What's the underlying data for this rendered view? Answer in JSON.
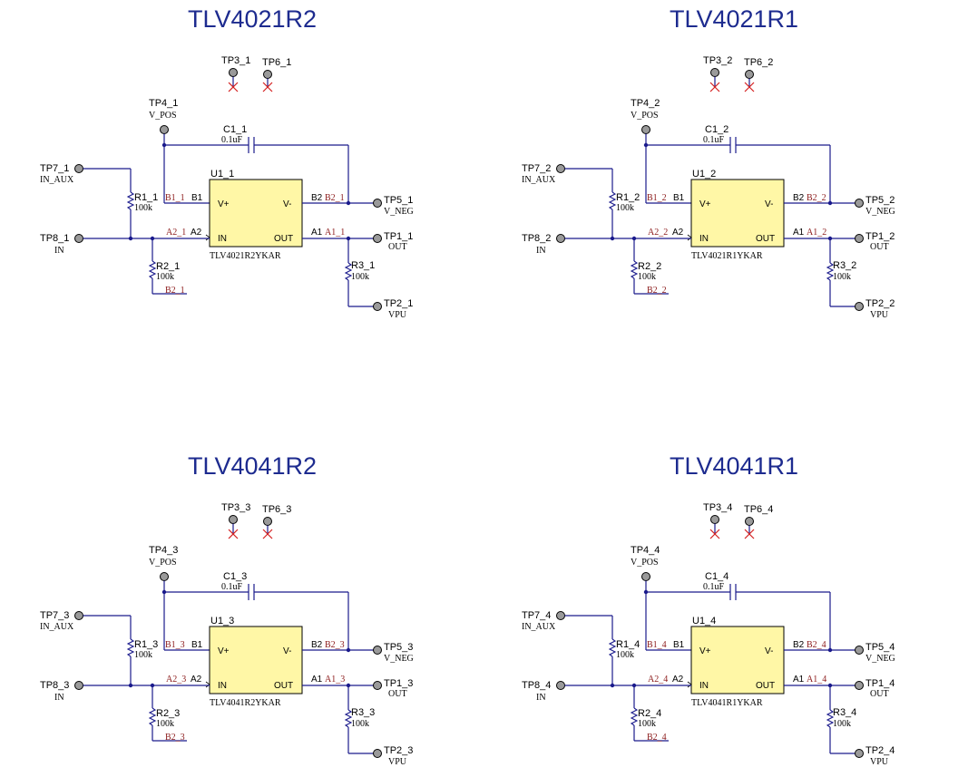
{
  "blocks": [
    {
      "title": "TLV4021R2",
      "tp3": "TP3_1",
      "tp6": "TP6_1",
      "tp4": "TP4_1",
      "tp4_net": "V_POS",
      "cap": "C1_1",
      "cap_val": "0.1uF",
      "tp7": "TP7_1",
      "tp7_net": "IN_AUX",
      "r1": "R1_1",
      "r1_val": "100k",
      "u": "U1_1",
      "part": "TLV4021R2YKAR",
      "b1_net": "B1_1",
      "b2_net": "B2_1",
      "a2_net": "A2_1",
      "a1_net": "A1_1",
      "b2_gnd": "B2_1",
      "tp8": "TP8_1",
      "tp8_net": "IN",
      "r2": "R2_1",
      "r2_val": "100k",
      "tp5": "TP5_1",
      "tp5_net": "V_NEG",
      "tp1": "TP1_1",
      "tp1_net": "OUT",
      "r3": "R3_1",
      "r3_val": "100k",
      "tp2": "TP2_1",
      "tp2_net": "VPU"
    },
    {
      "title": "TLV4021R1",
      "tp3": "TP3_2",
      "tp6": "TP6_2",
      "tp4": "TP4_2",
      "tp4_net": "V_POS",
      "cap": "C1_2",
      "cap_val": "0.1uF",
      "tp7": "TP7_2",
      "tp7_net": "IN_AUX",
      "r1": "R1_2",
      "r1_val": "100k",
      "u": "U1_2",
      "part": "TLV4021R1YKAR",
      "b1_net": "B1_2",
      "b2_net": "B2_2",
      "a2_net": "A2_2",
      "a1_net": "A1_2",
      "b2_gnd": "B2_2",
      "tp8": "TP8_2",
      "tp8_net": "IN",
      "r2": "R2_2",
      "r2_val": "100k",
      "tp5": "TP5_2",
      "tp5_net": "V_NEG",
      "tp1": "TP1_2",
      "tp1_net": "OUT",
      "r3": "R3_2",
      "r3_val": "100k",
      "tp2": "TP2_2",
      "tp2_net": "VPU"
    },
    {
      "title": "TLV4041R2",
      "tp3": "TP3_3",
      "tp6": "TP6_3",
      "tp4": "TP4_3",
      "tp4_net": "V_POS",
      "cap": "C1_3",
      "cap_val": "0.1uF",
      "tp7": "TP7_3",
      "tp7_net": "IN_AUX",
      "r1": "R1_3",
      "r1_val": "100k",
      "u": "U1_3",
      "part": "TLV4041R2YKAR",
      "b1_net": "B1_3",
      "b2_net": "B2_3",
      "a2_net": "A2_3",
      "a1_net": "A1_3",
      "b2_gnd": "B2_3",
      "tp8": "TP8_3",
      "tp8_net": "IN",
      "r2": "R2_3",
      "r2_val": "100k",
      "tp5": "TP5_3",
      "tp5_net": "V_NEG",
      "tp1": "TP1_3",
      "tp1_net": "OUT",
      "r3": "R3_3",
      "r3_val": "100k",
      "tp2": "TP2_3",
      "tp2_net": "VPU"
    },
    {
      "title": "TLV4041R1",
      "tp3": "TP3_4",
      "tp6": "TP6_4",
      "tp4": "TP4_4",
      "tp4_net": "V_POS",
      "cap": "C1_4",
      "cap_val": "0.1uF",
      "tp7": "TP7_4",
      "tp7_net": "IN_AUX",
      "r1": "R1_4",
      "r1_val": "100k",
      "u": "U1_4",
      "part": "TLV4041R1YKAR",
      "b1_net": "B1_4",
      "b2_net": "B2_4",
      "a2_net": "A2_4",
      "a1_net": "A1_4",
      "b2_gnd": "B2_4",
      "tp8": "TP8_4",
      "tp8_net": "IN",
      "r2": "R2_4",
      "r2_val": "100k",
      "tp5": "TP5_4",
      "tp5_net": "V_NEG",
      "tp1": "TP1_4",
      "tp1_net": "OUT",
      "r3": "R3_4",
      "r3_val": "100k",
      "tp2": "TP2_4",
      "tp2_net": "VPU"
    }
  ],
  "pins": {
    "b1": "B1",
    "b2": "B2",
    "a2": "A2",
    "a1": "A1",
    "vplus": "V+",
    "vminus": "V-",
    "in": "IN",
    "out": "OUT"
  },
  "colors": {
    "wire": "#1a1a8c",
    "title": "#1d2b8f",
    "chip_fill": "#fff7a6",
    "net_label": "#8b1a1a",
    "no_connect": "#d42020",
    "test_point": "#9a9a9a"
  }
}
